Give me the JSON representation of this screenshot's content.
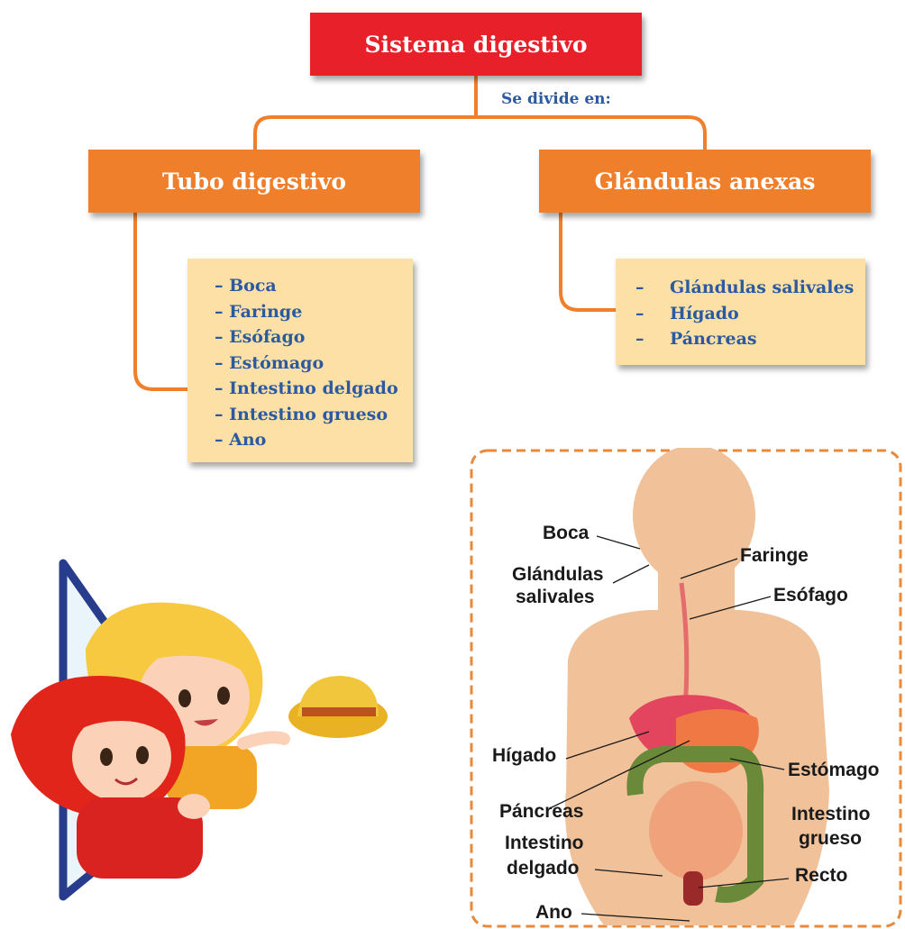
{
  "title": "Sistema digestivo",
  "connector_label": "Se divide en:",
  "branches": [
    {
      "title": "Tubo digestivo",
      "items": [
        "– Boca",
        "– Faringe",
        "– Esófago",
        "– Estómago",
        "– Intestino delgado",
        "– Intestino grueso",
        "– Ano"
      ]
    },
    {
      "title": "Glándulas anexas",
      "dash": "–",
      "items": [
        "Glándulas salivales",
        "Hígado",
        "Páncreas"
      ]
    }
  ],
  "anatomy_labels": {
    "boca": "Boca",
    "glandulas_1": "Glándulas",
    "glandulas_2": "salivales",
    "faringe": "Faringe",
    "esofago": "Esófago",
    "higado": "Hígado",
    "estomago": "Estómago",
    "pancreas": "Páncreas",
    "intestino_grueso_1": "Intestino",
    "intestino_grueso_2": "grueso",
    "intestino_delgado_1": "Intestino",
    "intestino_delgado_2": "delgado",
    "recto": "Recto",
    "ano": "Ano"
  },
  "colors": {
    "title_red": "#e8202a",
    "branch_orange": "#f07f2c",
    "list_fill": "#fde0a6",
    "list_text": "#2c5aa0",
    "skin": "#f1c29a"
  }
}
